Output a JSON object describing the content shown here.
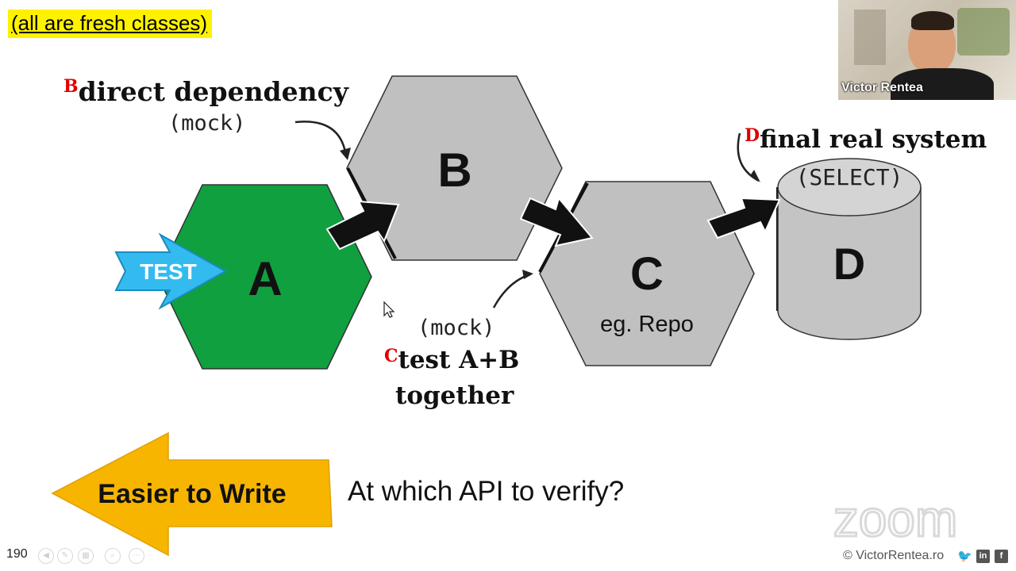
{
  "slide": {
    "note": "(all are fresh classes)",
    "hexagons": {
      "a": "A",
      "b": "B",
      "c": "C",
      "c_sub": "eg. Repo"
    },
    "db": {
      "label": "D",
      "query": "(SELECT)"
    },
    "test_arrow": "TEST",
    "labels": {
      "b_letter": "B",
      "b_title": "direct dependency",
      "b_mock": "(mock)",
      "c_mock": "(mock)",
      "c_letter": "C",
      "c_line1": "test A+B",
      "c_line2": "together",
      "d_letter": "D",
      "d_title": "final real system"
    },
    "easier_arrow": "Easier to Write",
    "question": "At which API to verify?",
    "page_number": "190"
  },
  "video": {
    "participant_name": "Victor Rentea",
    "watermark": "zoom"
  },
  "footer": {
    "credit": "© VictorRentea.ro",
    "social_icons": [
      "twitter-icon",
      "linkedin-icon",
      "facebook-icon"
    ]
  },
  "colors": {
    "highlight": "#fff200",
    "hex_a": "#10a040",
    "hex_gray": "#c0c0c0",
    "test_arrow": "#33bbf0",
    "easier_arrow": "#f7b500",
    "red_letter": "#e00000"
  }
}
